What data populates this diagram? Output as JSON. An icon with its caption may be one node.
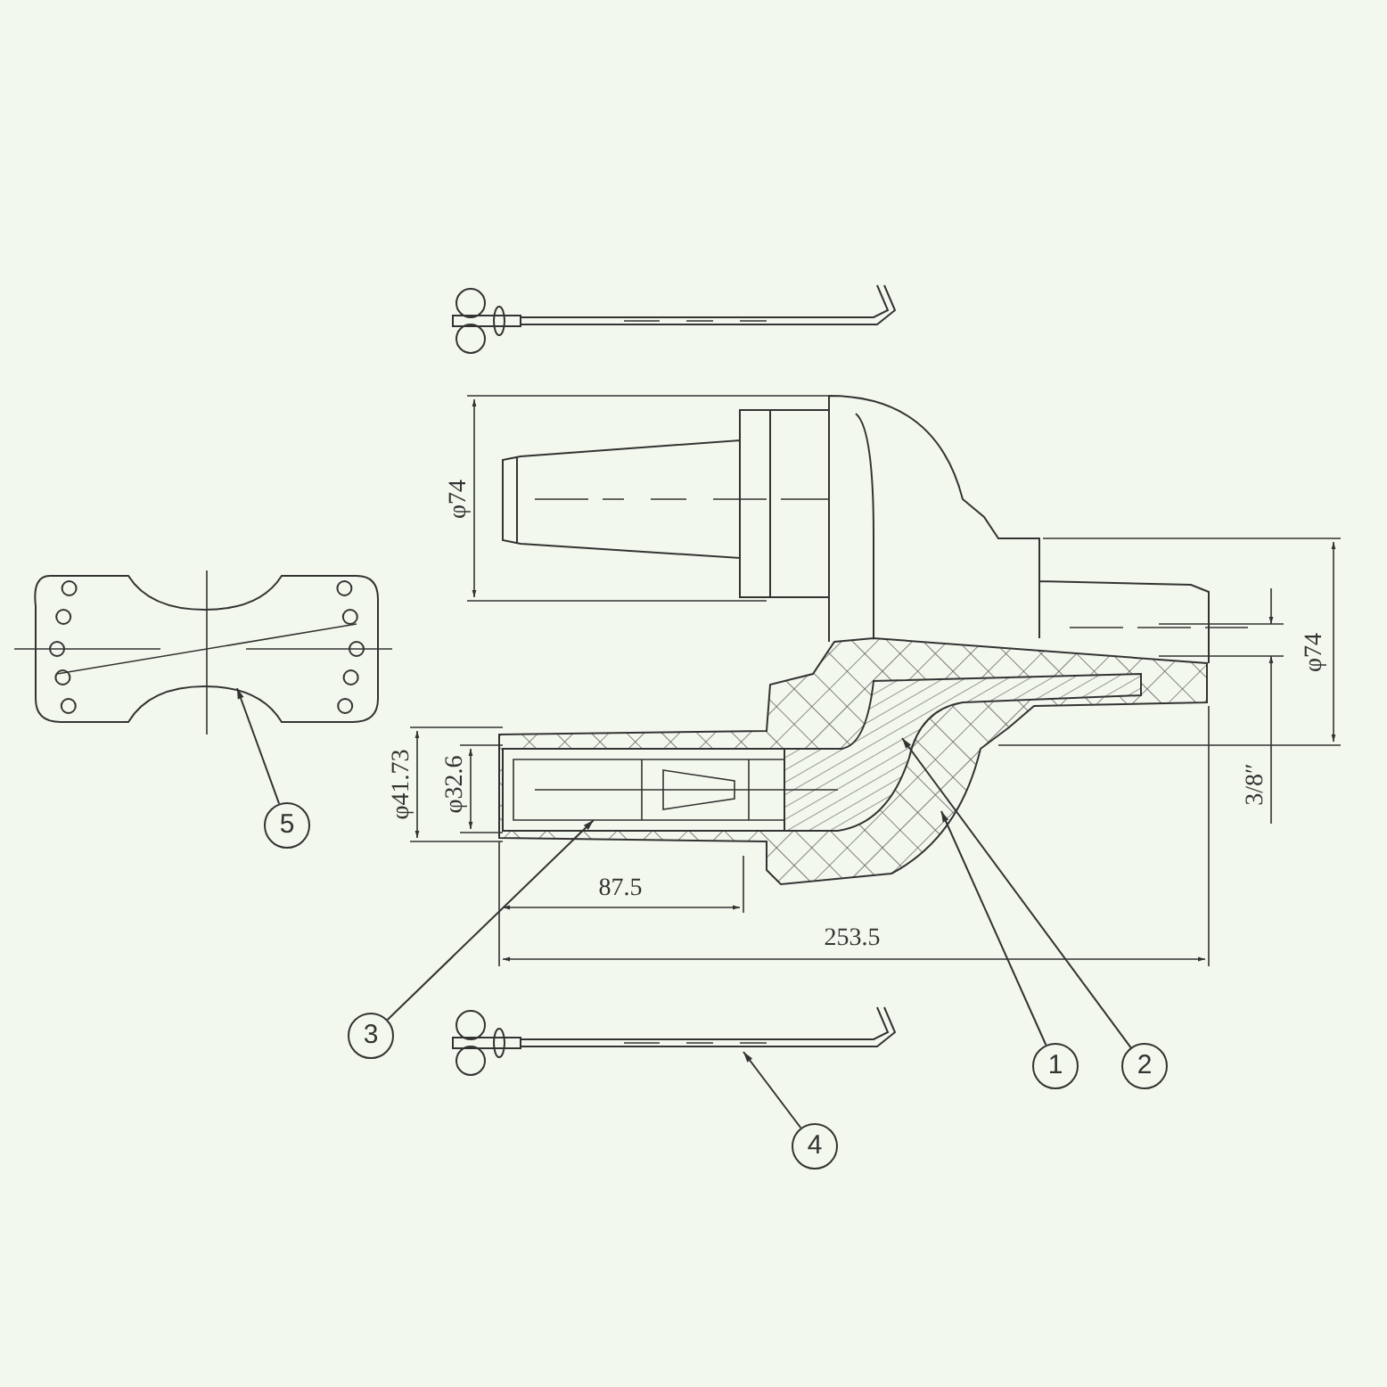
{
  "diagram": {
    "nodes": [
      {
        "text": [
          "5"
        ]
      },
      {
        "text": [
          "3"
        ]
      },
      {
        "text": [
          "1"
        ]
      },
      {
        "text": [
          "2"
        ]
      },
      {
        "text": [
          "4"
        ]
      }
    ],
    "edges": [
      {
        "from": 0,
        "to": null,
        "arrow": "to"
      },
      {
        "from": 1,
        "to": null,
        "arrow": "to"
      },
      {
        "from": 2,
        "to": null,
        "arrow": "to"
      },
      {
        "from": 3,
        "to": null,
        "arrow": "to"
      },
      {
        "from": 4,
        "to": null,
        "arrow": "to"
      }
    ],
    "labels": [
      "φ74",
      "φ74",
      "φ41.73",
      "φ32.6",
      "3/8″",
      "87.5",
      "253.5"
    ]
  }
}
